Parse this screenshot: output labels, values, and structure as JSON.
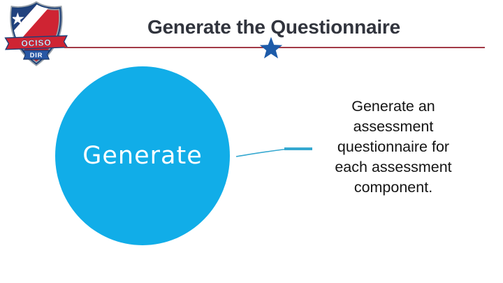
{
  "header": {
    "title": "Generate the Questionnaire"
  },
  "logo": {
    "banner_text": "OCISO",
    "sub_banner_text": "DIR"
  },
  "diagram": {
    "circle_label": "Generate",
    "callout_lines": [
      "Generate an",
      "assessment",
      "questionnaire for",
      "each assessment",
      "component."
    ],
    "callout_text": "Generate an assessment questionnaire for each assessment component."
  },
  "colors": {
    "circle_fill": "#11ade8",
    "circle_label": "#ffffff",
    "star_fill": "#1d5ba9",
    "divider_red": "#a23a46",
    "title_text": "#31343d",
    "connector": "#35a8d0",
    "body_text": "#141414",
    "logo_red": "#cf2433",
    "logo_navy": "#1c3f77",
    "logo_border_gray": "#97a0a9"
  }
}
